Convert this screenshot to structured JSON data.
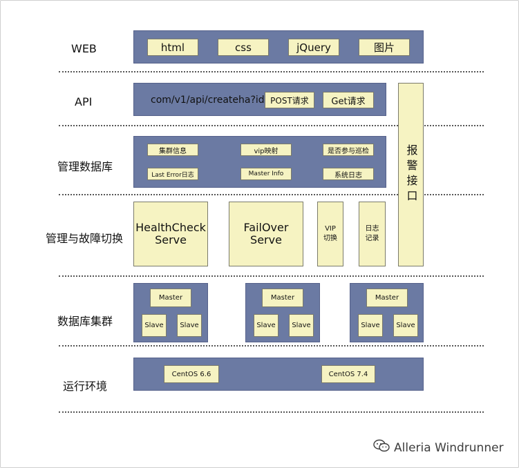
{
  "layers": {
    "web": "WEB",
    "api": "API",
    "db": "管理数据库",
    "failover": "管理与故障切换",
    "cluster": "数据库集群",
    "env": "运行环境"
  },
  "web": [
    "html",
    "css",
    "jQuery",
    "图片"
  ],
  "api": {
    "endpoint": "com/v1/api/createha?id=1",
    "post": "POST请求",
    "get": "Get请求"
  },
  "db": {
    "row1": [
      "集群信息",
      "vip映射",
      "是否参与巡检"
    ],
    "row2": [
      "Last Error日志",
      "Master Info",
      "系统日志"
    ]
  },
  "failover": {
    "healthcheck": "HealthCheck Serve",
    "failover": "FailOver Serve",
    "vip": "VIP 切换",
    "log": "日志 记录"
  },
  "alarm": "报警接口",
  "cluster": {
    "master": "Master",
    "slave": "Slave"
  },
  "env": [
    "CentOS 6.6",
    "CentOS 7.4"
  ],
  "watermark": "Alleria Windrunner"
}
